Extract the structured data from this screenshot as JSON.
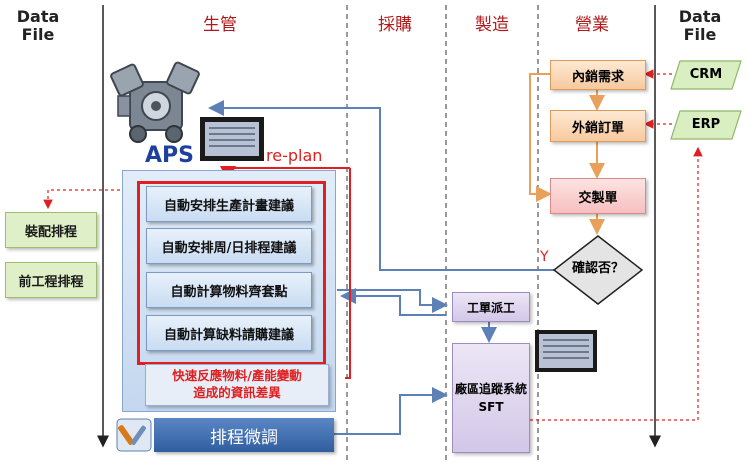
{
  "headers": {
    "data_file_left": "Data\nFile",
    "data_file_right": "Data\nFile"
  },
  "lanes": {
    "production": "生管",
    "purchasing": "採購",
    "manufacturing": "製造",
    "sales": "營業"
  },
  "aps": {
    "label": "APS",
    "replan": "re-plan",
    "tasks": [
      "自動安排生產計畫建議",
      "自動安排周/日排程建議",
      "自動計算物料齊套點",
      "自動計算缺料請購建議"
    ],
    "note_line1": "快速反應物料/產能變動",
    "note_line2": "造成的資訊差異"
  },
  "left_boxes": {
    "assembly": "裝配排程",
    "preprocess": "前工程排程"
  },
  "sales_flow": {
    "domestic": "內銷需求",
    "export": "外銷訂單",
    "order": "交製單",
    "confirm": "確認否？",
    "yes": "Y"
  },
  "sources": {
    "crm": "CRM",
    "erp": "ERP"
  },
  "manufacturing_flow": {
    "dispatch": "工單派工",
    "sft_line1": "廠區追蹤系統",
    "sft_line2": "SFT"
  },
  "tuning": {
    "label": "排程微調"
  },
  "colors": {
    "red_accent": "#e02020",
    "blue_arrow": "#5d80b6",
    "orange_arrow": "#e8a05a",
    "lane_text": "#b01a1a"
  }
}
